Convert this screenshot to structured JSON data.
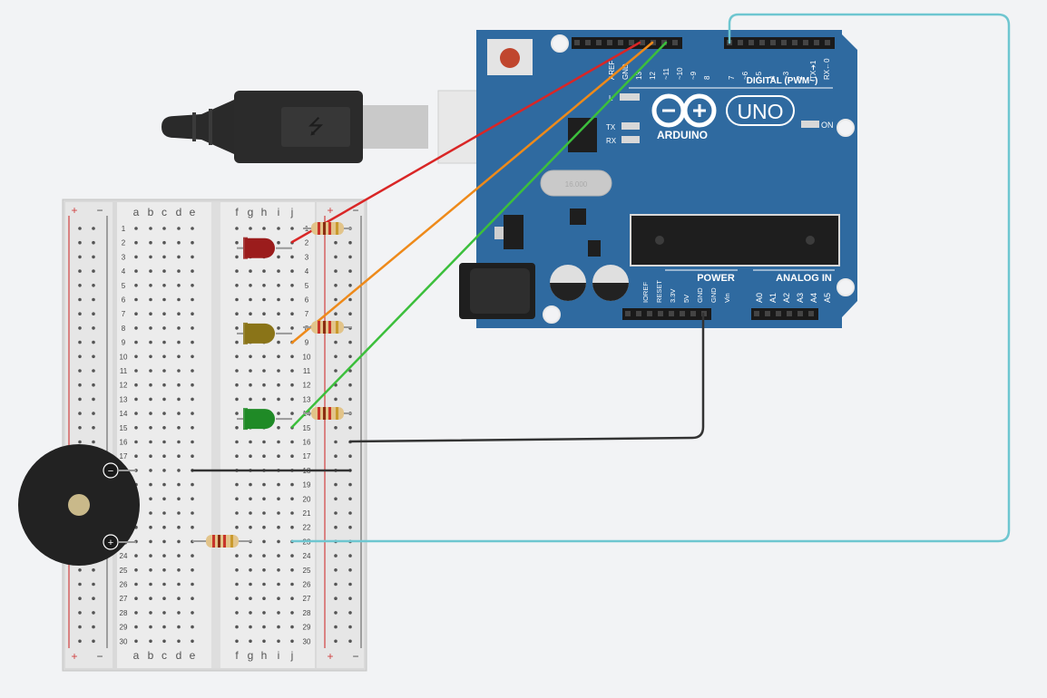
{
  "breadboard": {
    "rail_plus": "+",
    "rail_minus": "−",
    "columns_left": [
      "a",
      "b",
      "c",
      "d",
      "e"
    ],
    "columns_right": [
      "f",
      "g",
      "h",
      "i",
      "j"
    ],
    "row_count": 30
  },
  "arduino": {
    "brand": "ARDUINO",
    "model": "UNO",
    "digital_label": "DIGITAL (PWM~)",
    "power_label": "POWER",
    "analog_label": "ANALOG IN",
    "on_label": "ON",
    "tx_label": "TX",
    "rx_label": "RX",
    "l_label": "L",
    "crystal_label": "16.000",
    "digital_pins": [
      "AREF",
      "GND",
      "13",
      "12",
      "~11",
      "~10",
      "~9",
      "8",
      "7",
      "~6",
      "~5",
      "4",
      "~3",
      "2",
      "TX➔1",
      "RX←0"
    ],
    "power_pins": [
      "IOREF",
      "RESET",
      "3.3V",
      "5V",
      "GND",
      "GND",
      "Vin"
    ],
    "analog_pins": [
      "A0",
      "A1",
      "A2",
      "A3",
      "A4",
      "A5"
    ]
  },
  "components": {
    "leds": [
      {
        "name": "red-led",
        "color": "#9b1c1c",
        "row": 2
      },
      {
        "name": "yellow-led",
        "color": "#8a7418",
        "row": 8
      },
      {
        "name": "green-led",
        "color": "#1f8a26",
        "row": 14
      }
    ],
    "buzzer": {
      "minus": "−",
      "plus": "+"
    }
  },
  "wires": [
    {
      "name": "red-wire",
      "color": "#d92626"
    },
    {
      "name": "orange-wire",
      "color": "#ee8a1a"
    },
    {
      "name": "green-wire",
      "color": "#3cbf3c"
    },
    {
      "name": "black-wire-gnd",
      "color": "#333333"
    },
    {
      "name": "black-wire-buzzer",
      "color": "#333333"
    },
    {
      "name": "cyan-wire",
      "color": "#6ec6d0"
    }
  ]
}
